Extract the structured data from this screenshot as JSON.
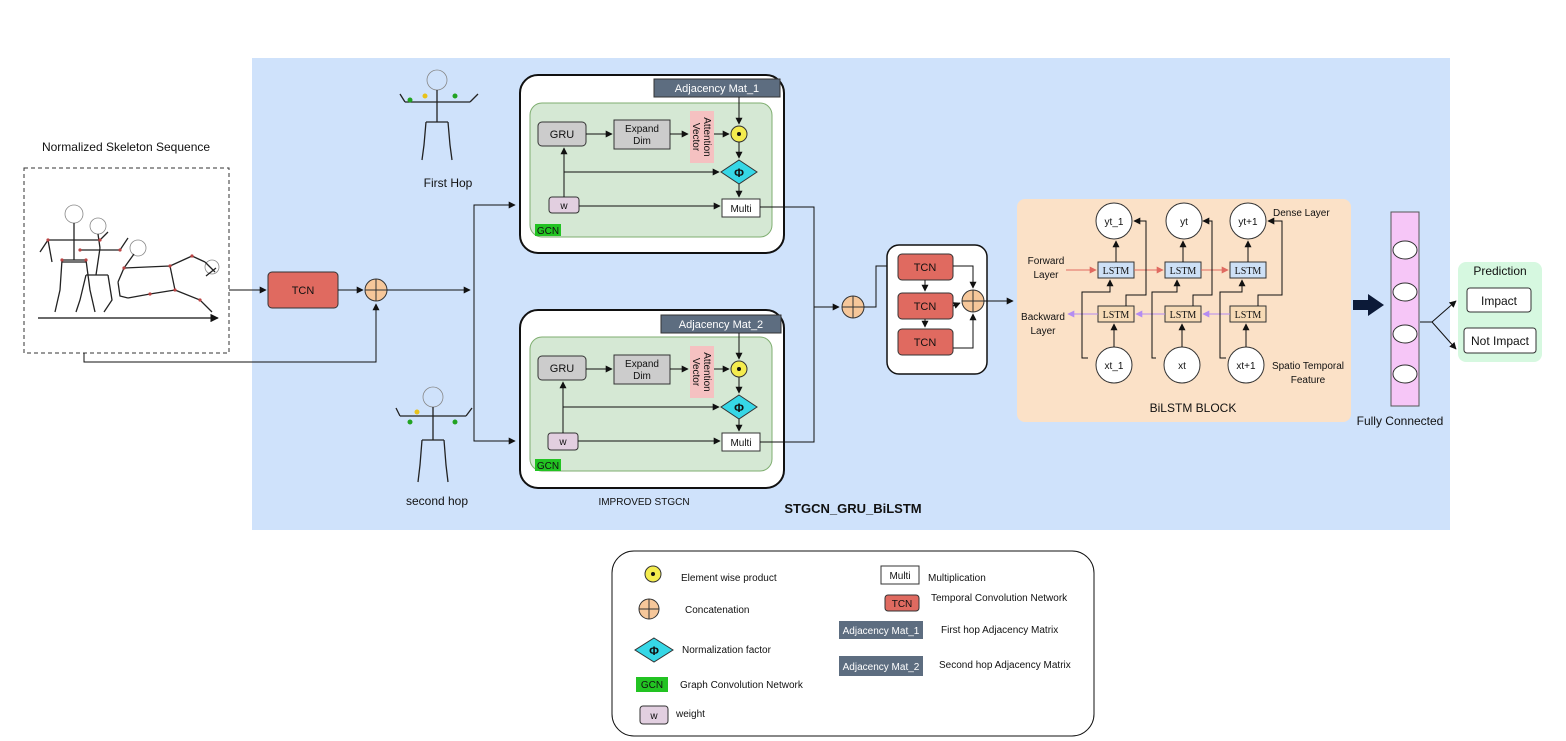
{
  "input": {
    "title": "Normalized Skeleton Sequence"
  },
  "tcn_label": "TCN",
  "hops": {
    "first": "First Hop",
    "second": "second hop"
  },
  "branch1": {
    "adjacency": "Adjacency Mat_1",
    "gru": "GRU",
    "expand_line1": "Expand",
    "expand_line2": "Dim",
    "attention_line1": "Attention",
    "attention_line2": "Vector",
    "weight": "w",
    "multi": "Multi",
    "gcn": "GCN",
    "phi": "Φ"
  },
  "branch2": {
    "adjacency": "Adjacency Mat_2",
    "gru": "GRU",
    "expand_line1": "Expand",
    "expand_line2": "Dim",
    "attention_line1": "Attention",
    "attention_line2": "Vector",
    "weight": "w",
    "multi": "Multi",
    "gcn": "GCN",
    "phi": "Φ"
  },
  "improved_stgcn_label": "IMPROVED STGCN",
  "model_name": "STGCN_GRU_BiLSTM",
  "tcn_stack": [
    "TCN",
    "TCN",
    "TCN"
  ],
  "bilstm": {
    "outputs": [
      "yt_1",
      "yt",
      "yt+1"
    ],
    "inputs": [
      "xt_1",
      "xt",
      "xt+1"
    ],
    "cell": "LSTM",
    "dense_layer": "Dense Layer",
    "forward_line1": "Forward",
    "forward_line2": "Layer",
    "backward_line1": "Backward",
    "backward_line2": "Layer",
    "spatio_line1": "Spatio Temporal",
    "spatio_line2": "Feature",
    "title": "BiLSTM BLOCK"
  },
  "fully_connected": "Fully Connected",
  "prediction": {
    "title": "Prediction",
    "classes": [
      "Impact",
      "Not Impact"
    ]
  },
  "legend": {
    "element_wise": "Element wise product",
    "concatenation": "Concatenation",
    "normalization": "Normalization factor",
    "gcn_badge": "GCN",
    "gcn": "Graph Convolution Network",
    "w_badge": "w",
    "weight": "weight",
    "multi_badge": "Multi",
    "multiplication": "Multiplication",
    "tcn_badge": "TCN",
    "tcn": "Temporal Convolution Network",
    "adj1_badge": "Adjacency Mat_1",
    "adj1": "First  hop Adjacency Matrix",
    "adj2_badge": "Adjacency Mat_2",
    "adj2": "Second  hop Adjacency Matrix"
  },
  "colors": {
    "main_panel": "#cfe2fb",
    "green_panel": "#d5e8d4",
    "tcn": "#e06a60",
    "bilstm_panel": "#fbe1c7",
    "adjacency": "#5d6d80",
    "gcn": "#22c322",
    "attention": "#f5c1c1",
    "phi": "#36d7e6",
    "concat": "#f6c79a",
    "dot": "#f4ec4e",
    "fc": "#f6c6f7",
    "prediction": "#d6f8e0",
    "lstm_fwd": "#cde0f6",
    "lstm_bwd": "#f7dbb6"
  }
}
